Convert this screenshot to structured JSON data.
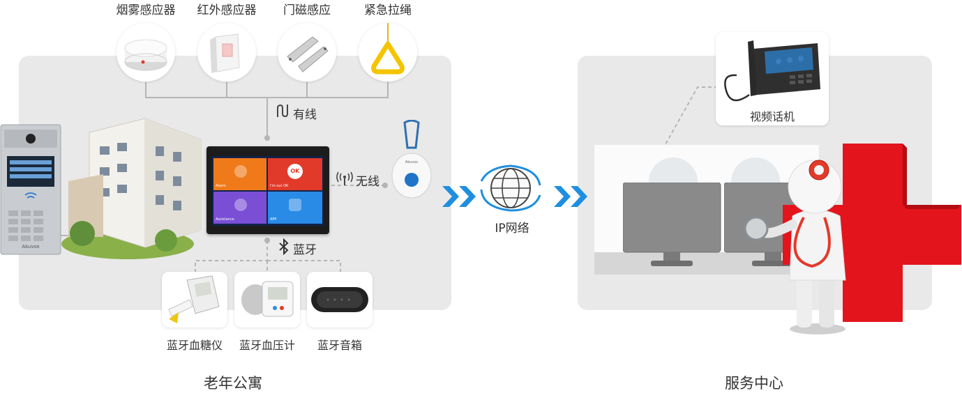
{
  "sensors": [
    {
      "label": "烟雾感应器",
      "icon": "smoke-detector-icon"
    },
    {
      "label": "红外感应器",
      "icon": "infrared-sensor-icon"
    },
    {
      "label": "门磁感应",
      "icon": "door-magnet-sensor-icon"
    },
    {
      "label": "紧急拉绳",
      "icon": "emergency-pull-cord-icon"
    }
  ],
  "links": {
    "wired": "有线",
    "wireless": "无线",
    "bluetooth": "蓝牙",
    "network": "IP网络"
  },
  "bluetooth_devices": [
    {
      "label": "蓝牙血糖仪",
      "icon": "glucose-meter-icon"
    },
    {
      "label": "蓝牙血压计",
      "icon": "blood-pressure-monitor-icon"
    },
    {
      "label": "蓝牙音箱",
      "icon": "bluetooth-speaker-icon"
    }
  ],
  "indoor_monitor": {
    "tiles": [
      {
        "label": "Alarm",
        "color": "#f07a1a"
      },
      {
        "label": "I'm out OK",
        "color": "#e23a2a"
      },
      {
        "label": "Assistance",
        "color": "#7a4fd6"
      },
      {
        "label": "APP",
        "color": "#2a8be6"
      }
    ],
    "ok_text": "OK"
  },
  "pendant": {
    "brand": "Akuvox"
  },
  "door_phone": {
    "brand": "Akuvox"
  },
  "video_phone": {
    "label": "视频话机"
  },
  "sections": {
    "left": "老年公寓",
    "right": "服务中心"
  },
  "colors": {
    "panel": "#e9e9e9",
    "arrow": "#1e8fe0",
    "cross": "#e3141c",
    "connector": "#b5b5b5"
  }
}
